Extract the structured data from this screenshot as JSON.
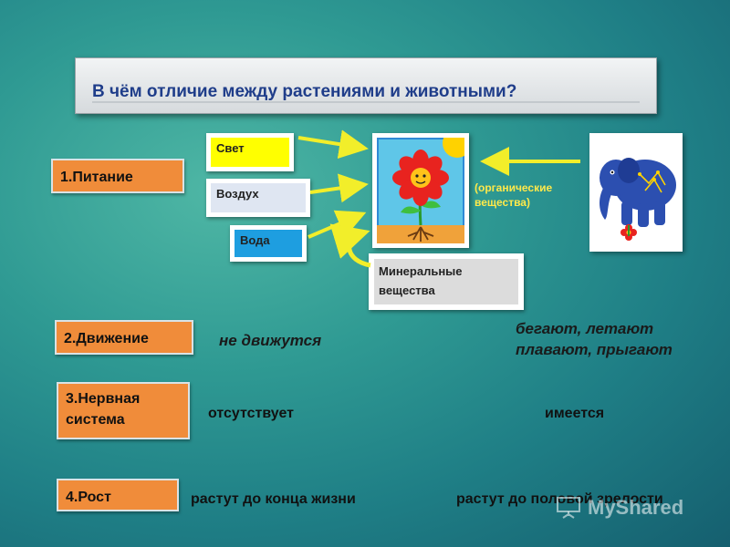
{
  "title": "В чём отличие между растениями и животными?",
  "categories": [
    {
      "label": "1.Питание"
    },
    {
      "label": "2.Движение"
    },
    {
      "label": "3.Нервная система"
    },
    {
      "label": "4.Рост"
    }
  ],
  "nutrition": {
    "sources": [
      "Свет",
      "Воздух",
      "Вода"
    ],
    "minerals": "Минеральные вещества",
    "organic": "(органические вещества)"
  },
  "movement": {
    "plants": "не движутся",
    "animals": "бегают, летают плавают, прыгают"
  },
  "nervous": {
    "plants": "отсутствует",
    "animals": "имеется"
  },
  "growth": {
    "plants": "растут до конца жизни",
    "animals": "растут до половой зрелости"
  },
  "watermark": "MyShared",
  "colors": {
    "category": "#f08c3a",
    "title": "#1f3d8a",
    "light_card": "#ffff00",
    "air_card": "#dfe6f2",
    "water_card": "#1e9ee0",
    "minerals_card": "#dcdcdc",
    "arrow": "#f2ee2a"
  },
  "icons": [
    "flower-icon",
    "elephant-icon",
    "presentation-icon"
  ]
}
